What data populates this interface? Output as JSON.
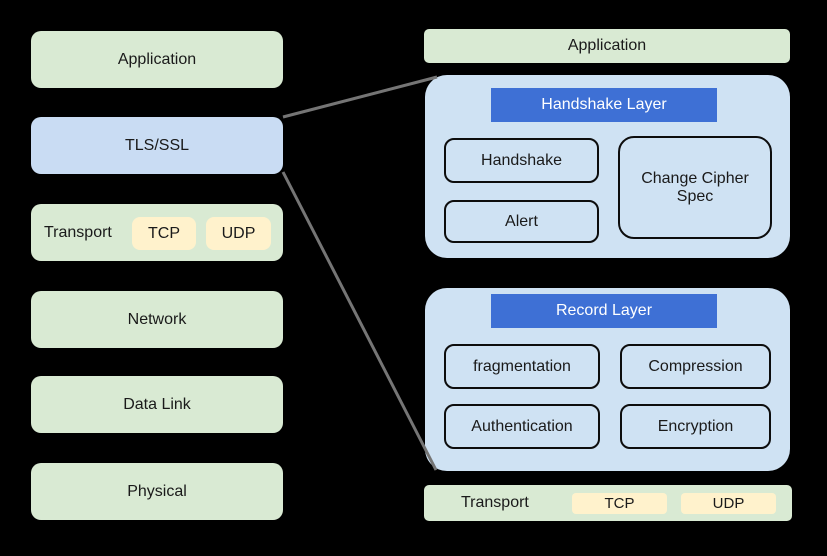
{
  "colors": {
    "background": "#000000",
    "green": "#d9ead3",
    "tls_blue": "#c9dcf3",
    "panel_blue": "#cfe2f3",
    "header_blue": "#3e70d5",
    "yellow": "#fff2cc",
    "line_gray": "#757575",
    "text": "#1a1a1a",
    "header_text": "#ffffff"
  },
  "left_stack": {
    "items": [
      {
        "label": "Application"
      },
      {
        "label": "TLS/SSL"
      },
      {
        "label": "Transport",
        "sub": [
          "TCP",
          "UDP"
        ]
      },
      {
        "label": "Network"
      },
      {
        "label": "Data Link"
      },
      {
        "label": "Physical"
      }
    ]
  },
  "right_panel": {
    "application_label": "Application",
    "handshake_layer": {
      "title": "Handshake Layer",
      "boxes": {
        "handshake": "Handshake",
        "alert": "Alert",
        "change_cipher_spec": "Change Cipher Spec"
      }
    },
    "record_layer": {
      "title": "Record Layer",
      "boxes": {
        "fragmentation": "fragmentation",
        "compression": "Compression",
        "authentication": "Authentication",
        "encryption": "Encryption"
      }
    },
    "transport": {
      "label": "Transport",
      "protocols": [
        "TCP",
        "UDP"
      ]
    }
  }
}
